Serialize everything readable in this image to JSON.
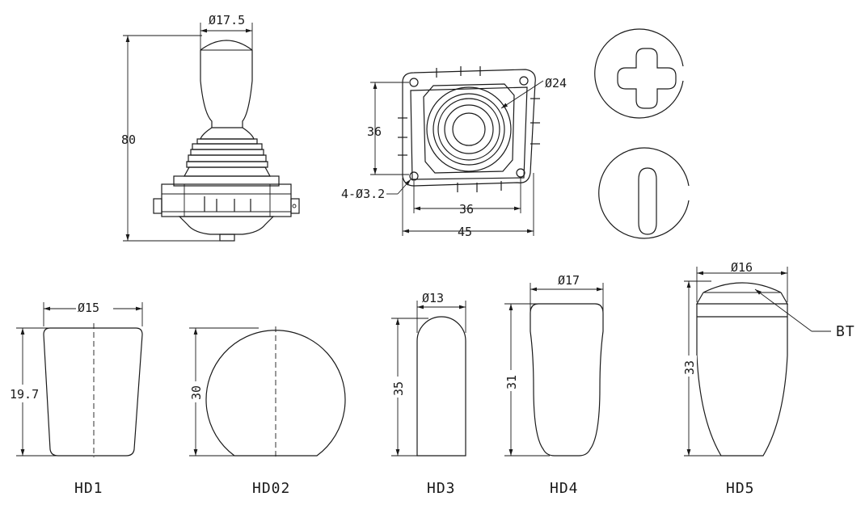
{
  "joystick": {
    "dim_knob_dia": "Ø17.5",
    "dim_height": "80"
  },
  "mount": {
    "dim_bore_dia": "Ø24",
    "dim_hole_spacing_v": "36",
    "dim_hole_spacing_h": "36",
    "dim_overall_width": "45",
    "dim_holes": "4-Ø3.2"
  },
  "handles": [
    {
      "label": "HD1",
      "dim_width": "Ø15",
      "dim_height": "19.7"
    },
    {
      "label": "HD02",
      "dim_height": "30"
    },
    {
      "label": "HD3",
      "dim_width": "Ø13",
      "dim_height": "35"
    },
    {
      "label": "HD4",
      "dim_width": "Ø17",
      "dim_height": "31"
    },
    {
      "label": "HD5",
      "dim_width": "Ø16",
      "dim_height": "33",
      "callout": "BT"
    }
  ]
}
